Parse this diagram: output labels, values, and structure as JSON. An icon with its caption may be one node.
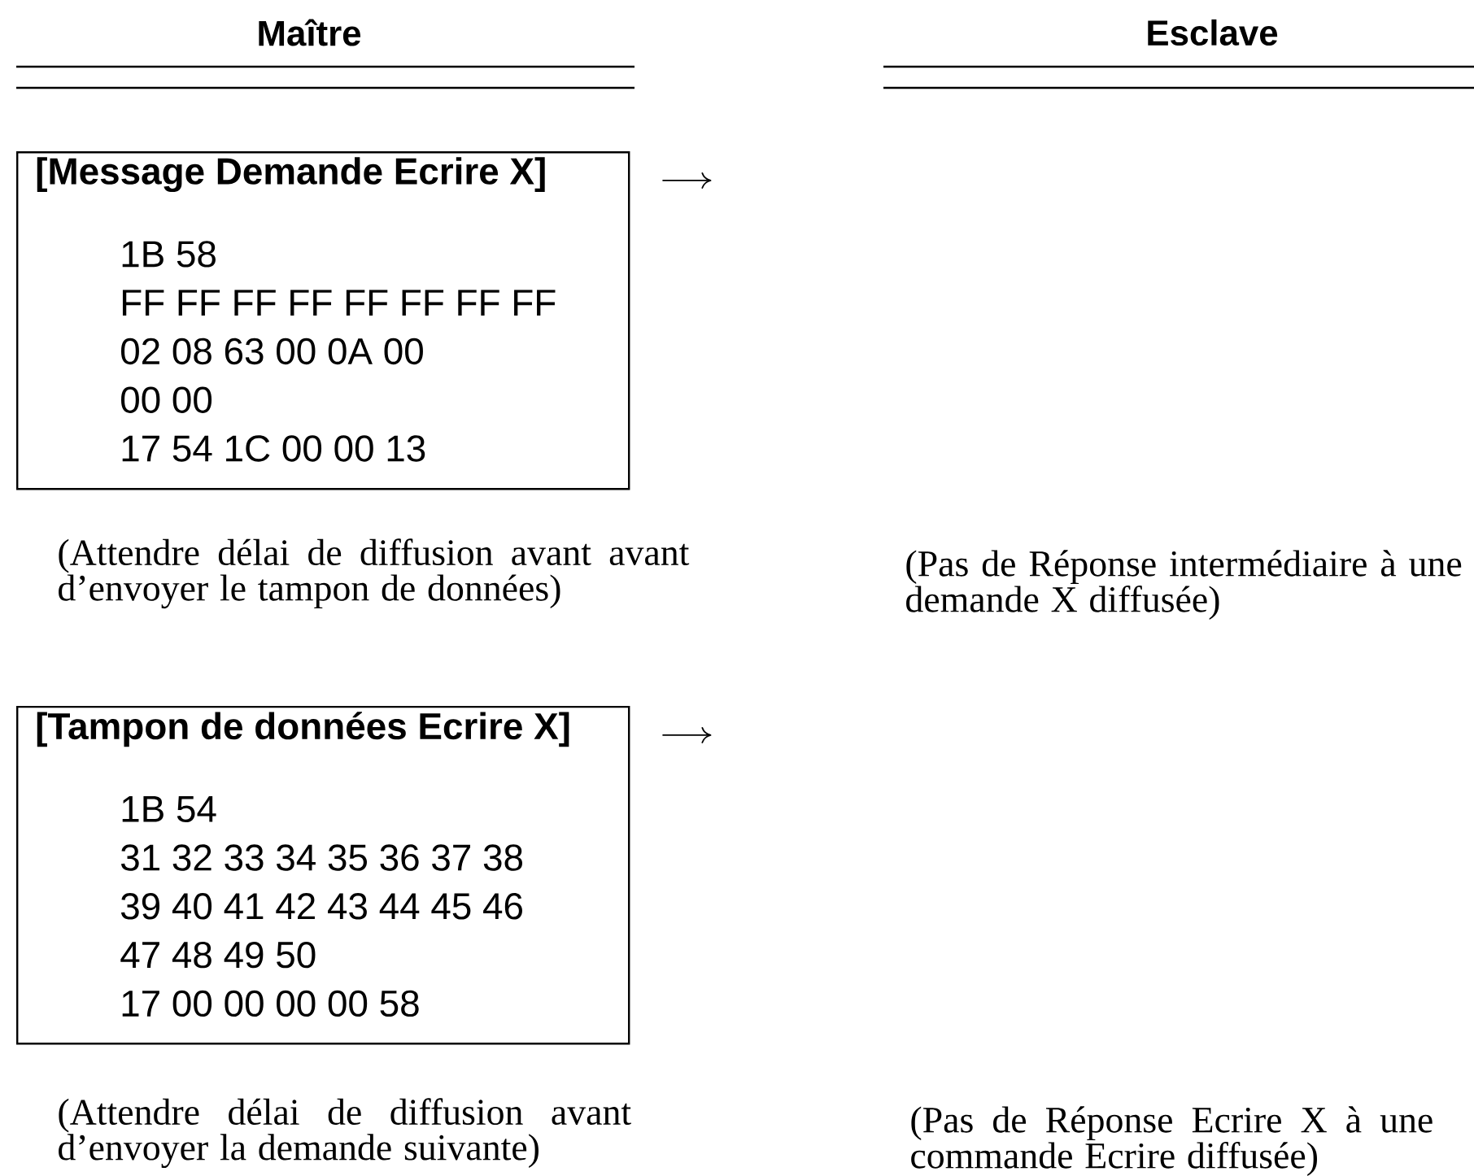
{
  "diagram": {
    "nodes": [
      {
        "text": [
          "[Message Demande Ecrire X]",
          "1B 58",
          "FF FF FF FF FF FF FF FF",
          "02 08 63 00 0A 00",
          "00 00",
          "17 54 1C 00 00 13"
        ]
      },
      {
        "text": [
          "[Tampon de données Ecrire X]",
          "1B 54",
          "31 32 33 34 35 36 37 38",
          "39 40 41 42 43 44 45 46",
          "47 48 49 50",
          "17 00 00 00 00 58"
        ]
      }
    ],
    "labels": [
      "Maître",
      "Esclave",
      "(Attendre délai de diffusion avant avant d’envoyer le tampon de données)",
      "(Pas de Réponse intermédiaire à une demande X diffusée)",
      "(Attendre délai de diffusion avant d’envoyer la demande suivante)",
      "(Pas de Réponse Ecrire X à une commande Ecrire diffusée)"
    ]
  }
}
